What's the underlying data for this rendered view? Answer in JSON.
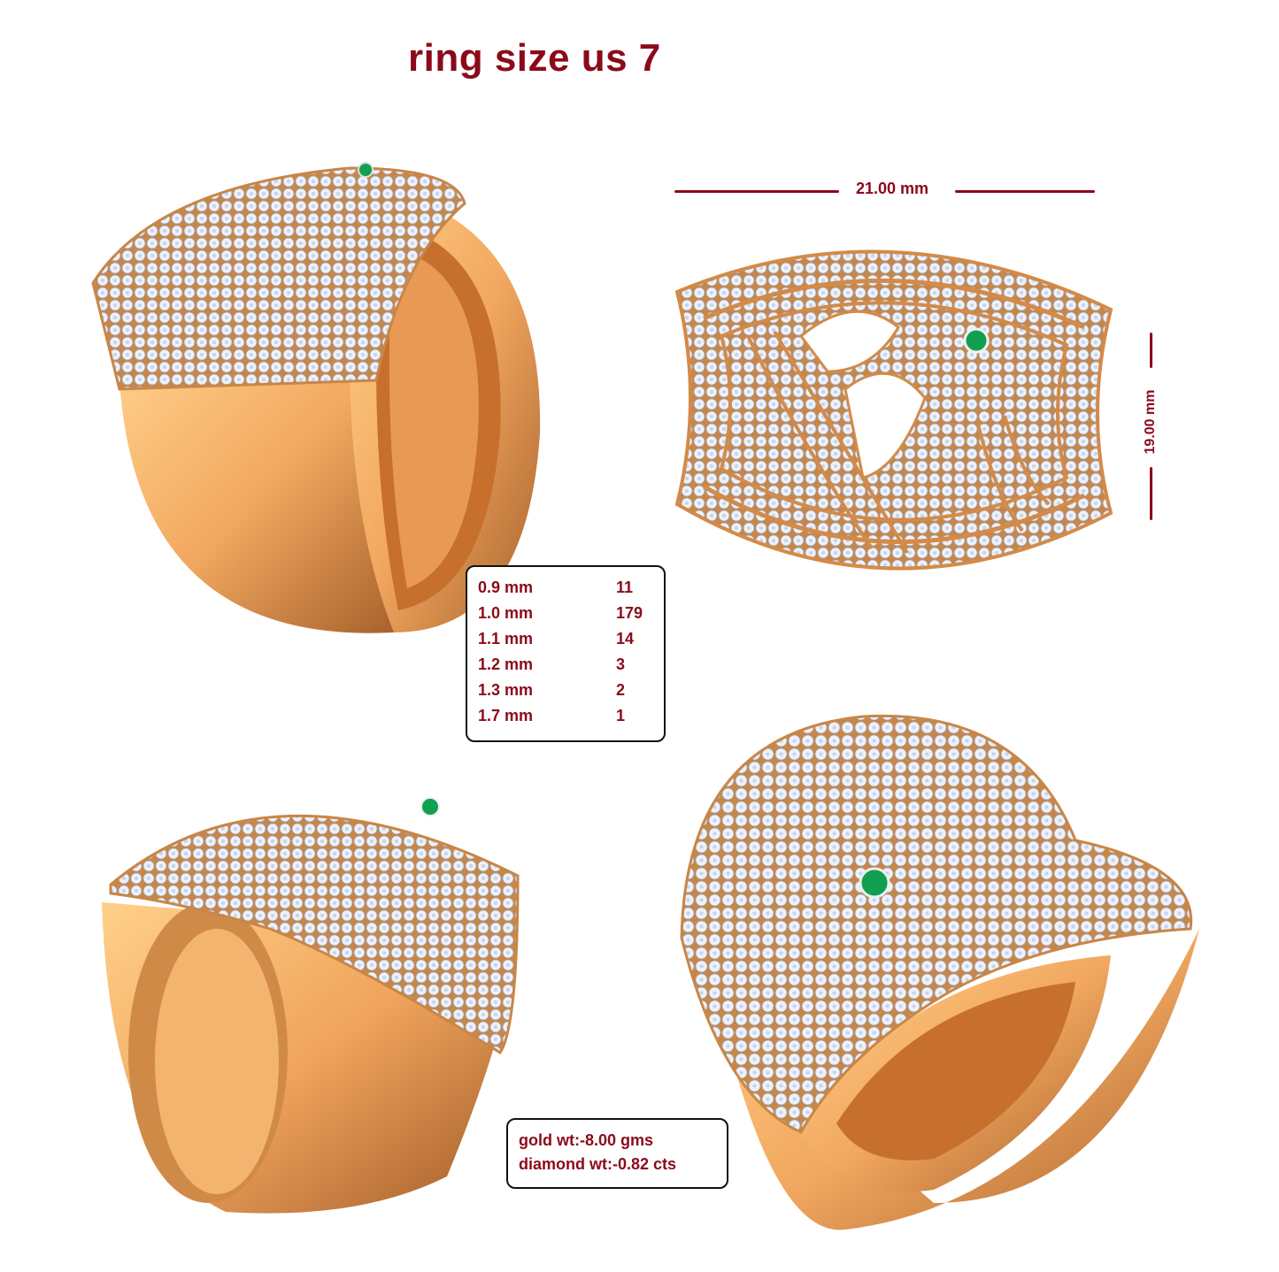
{
  "title": "ring size us 7",
  "dimensions": {
    "width": "21.00 mm",
    "height": "19.00 mm"
  },
  "diamond_spec": {
    "rows": [
      {
        "size": "0.9 mm",
        "count": "11"
      },
      {
        "size": "1.0 mm",
        "count": "179"
      },
      {
        "size": "1.1 mm",
        "count": "14"
      },
      {
        "size": "1.2 mm",
        "count": "3"
      },
      {
        "size": "1.3 mm",
        "count": "2"
      },
      {
        "size": "1.7 mm",
        "count": "1"
      }
    ]
  },
  "weights": {
    "gold": "gold wt:-8.00 gms",
    "diamond": "diamond wt:-0.82 cts"
  },
  "views": [
    {
      "name": "side-perspective-view"
    },
    {
      "name": "top-view"
    },
    {
      "name": "front-low-angle-view"
    },
    {
      "name": "front-high-angle-view"
    }
  ],
  "colors": {
    "text_accent": "#8b0a1a",
    "gold": "#f0a860",
    "gold_shadow": "#b06a30",
    "diamond": "#eef1f7",
    "emerald": "#10a050"
  }
}
